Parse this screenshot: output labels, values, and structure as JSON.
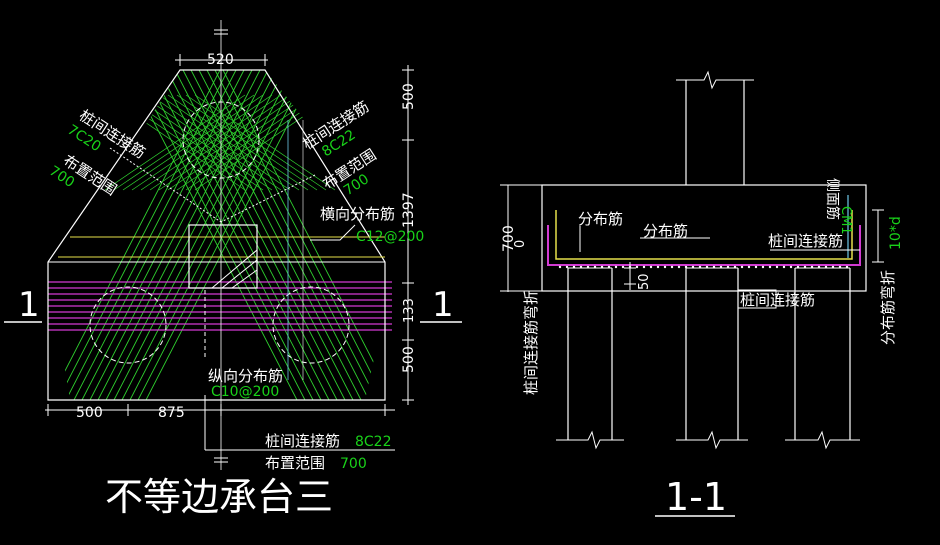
{
  "colors": {
    "background": "#000000",
    "outline": "#ffffff",
    "hatch": "#2fd02f",
    "horizontal_rebar": "#d23bd2",
    "yellow_rebar": "#e6e04a",
    "side_rebar": "#6fc8e8",
    "label_green": "#19d219"
  },
  "plan": {
    "title": "不等边承台三",
    "section_mark_left": "1",
    "section_mark_right": "1",
    "dimensions": {
      "top_width": "520",
      "right_top": "500",
      "right_mid": "1397",
      "right_133": "133",
      "right_bottom": "500",
      "bottom_left": "500",
      "bottom_mid": "875"
    },
    "labels": {
      "left_rebar_line1": "桩间连接筋",
      "left_rebar_spec": "7C20",
      "left_range_label": "布置范围",
      "left_range_value": "700",
      "right_rebar_line1": "桩间连接筋",
      "right_rebar_spec": "8C22",
      "right_range_label": "布置范围",
      "right_range_value": "700",
      "transverse_label": "横向分布筋",
      "transverse_spec": "C12@200",
      "longitudinal_label": "纵向分布筋",
      "longitudinal_spec": "C10@200",
      "bottom_rebar_label": "桩间连接筋",
      "bottom_rebar_spec": "8C22",
      "bottom_range_label": "布置范围",
      "bottom_range_value": "700"
    }
  },
  "section": {
    "title": "1-1",
    "dimensions": {
      "depth": "700",
      "zero": "0",
      "cover": "50",
      "anchor": "10*d"
    },
    "labels": {
      "dist_rebar_1": "分布筋",
      "dist_rebar_2": "分布筋",
      "pile_rebar_top": "桩间连接筋",
      "pile_rebar_bottom": "桩间连接筋",
      "side_rebar": "侧面筋",
      "side_rebar_spec": "CM1",
      "left_bend": "桩间连接筋弯折",
      "right_bend": "分布筋弯折"
    }
  }
}
